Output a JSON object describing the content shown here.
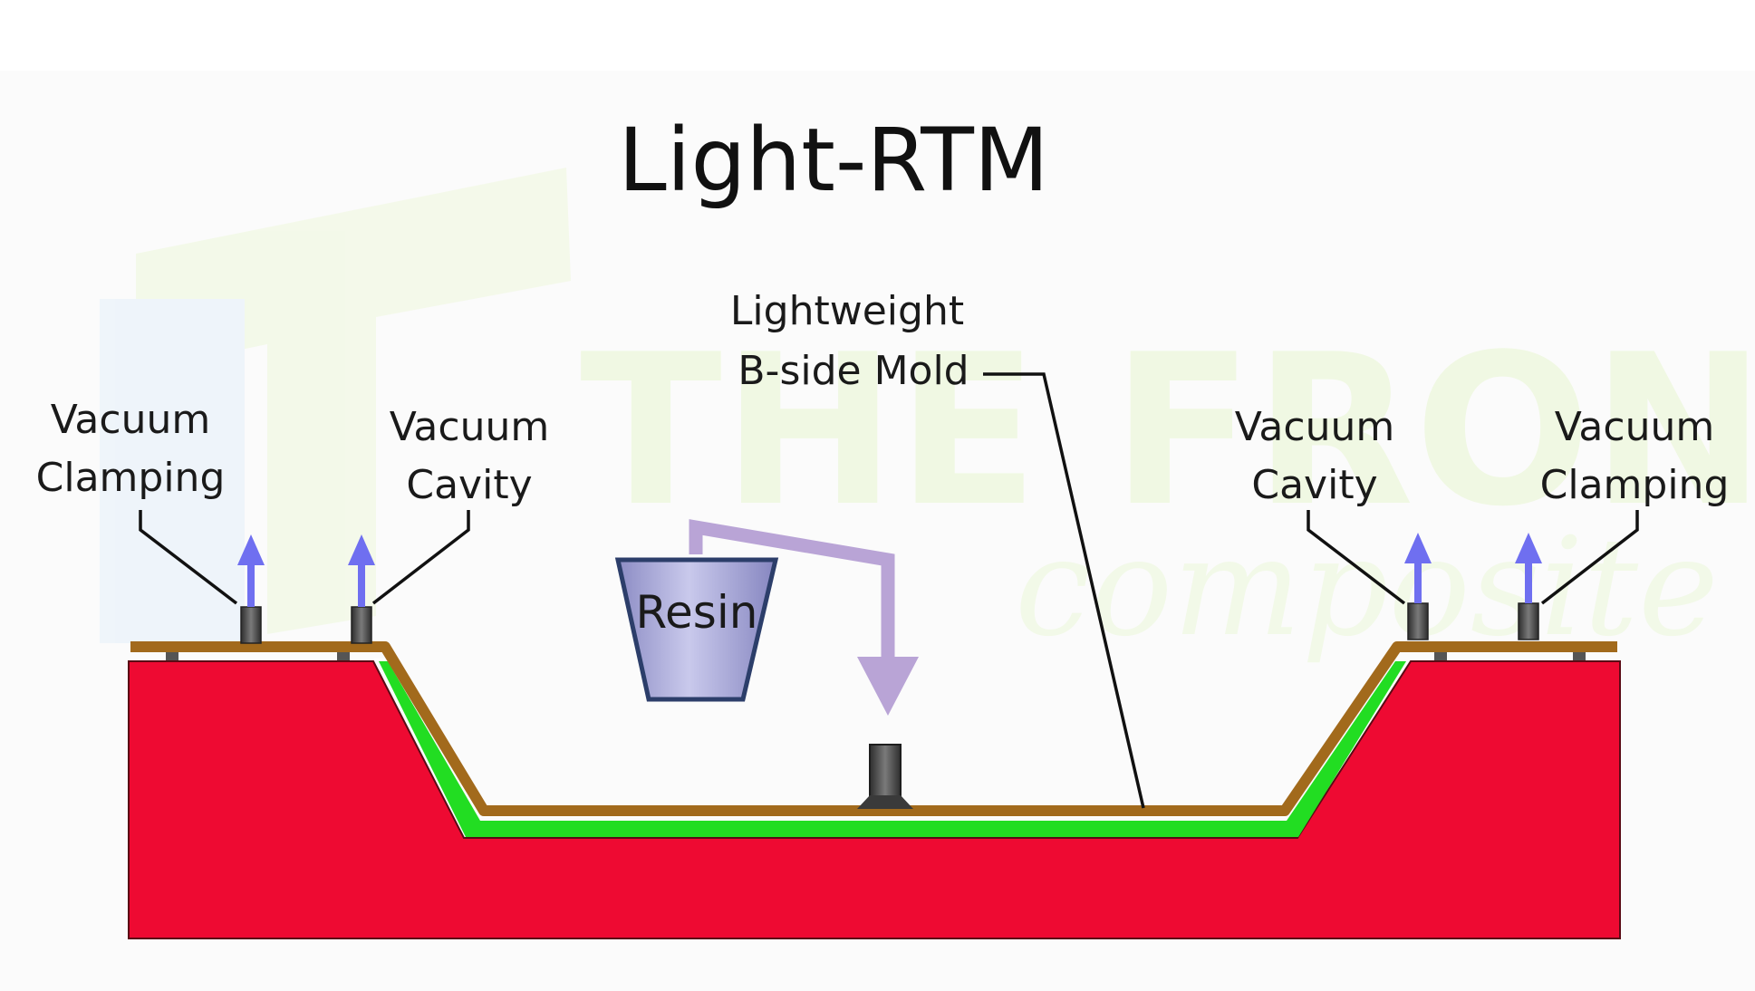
{
  "title": "Light-RTM",
  "watermark": {
    "text": "THE FRONT",
    "subtext": "composite",
    "color": "#eef7df"
  },
  "labels": {
    "left_clamping_line1": "Vacuum",
    "left_clamping_line2": "Clamping",
    "left_cavity_line1": "Vacuum",
    "left_cavity_line2": "Cavity",
    "bside_line1": "Lightweight",
    "bside_line2": "B-side Mold",
    "right_cavity_line1": "Vacuum",
    "right_cavity_line2": "Cavity",
    "right_clamping_line1": "Vacuum",
    "right_clamping_line2": "Clamping",
    "resin": "Resin"
  },
  "colors": {
    "mold": "#ee0a32",
    "laminate": "#22dd22",
    "bside_mold": "#a26a1c",
    "vacuum_arrow": "#6f6ff0",
    "resin_flow": "#b9a4d6",
    "resin_pot": "#9f9fcf",
    "port": "#4a4a4a"
  }
}
